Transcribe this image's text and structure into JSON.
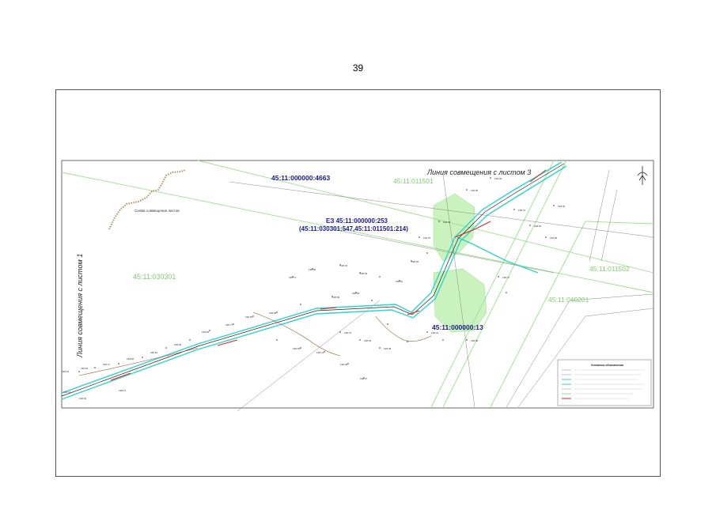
{
  "page_number": "39",
  "labels": {
    "cadastre_4663": "45:11:000000:4663",
    "cadastre_011501": "45:11:011501",
    "e3_line1": "ЕЗ 45:11:000000:253",
    "e3_line2": "(45:11:030301:547,45:11:011501:214)",
    "cadastre_030301": "45:11:030301",
    "cadastre_011502": "45:11:011502",
    "cadastre_040201": "45:11:040201",
    "cadastre_13": "45:11:000000:13",
    "match_line_3": "Линия совмещения с листом 3",
    "match_line_1": "Линия совмещения с листом 1",
    "scheme_label": "Схема совмещения листов"
  },
  "legend": {
    "title": "Условные обозначения"
  },
  "colors": {
    "route_cyan": "#2ed3c9",
    "zone_green": "#9be08a",
    "grass_fill": "#c9f2bf",
    "label_blue": "#1a1a8c",
    "red_line": "#d22",
    "brown": "#8b5a2b"
  }
}
